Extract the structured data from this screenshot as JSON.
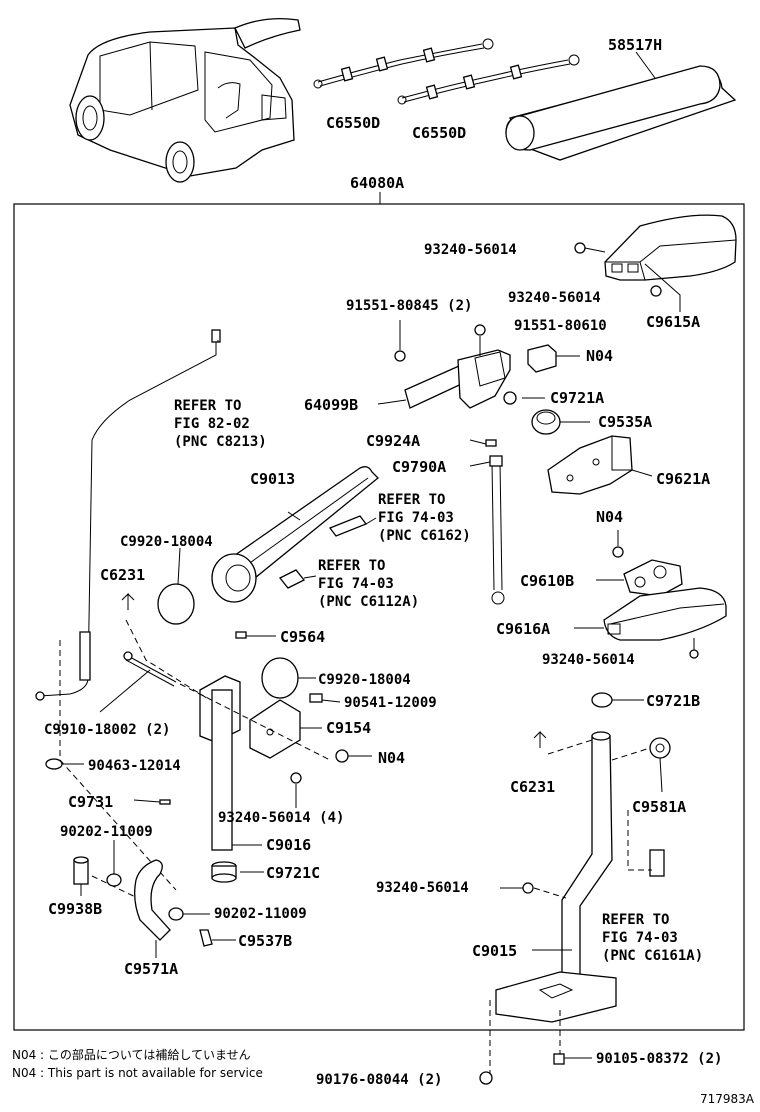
{
  "labels": {
    "p58517H": "58517H",
    "c6550D_1": "C6550D",
    "c6550D_2": "C6550D",
    "p64080A": "64080A",
    "p93240_56014_a": "93240-56014",
    "p93240_56014_b": "93240-56014",
    "c9615A": "C9615A",
    "p91551_80845": "91551-80845 (2)",
    "p91551_80610": "91551-80610",
    "n04_a": "N04",
    "p64099B": "64099B",
    "c9721A": "C9721A",
    "c9535A": "C9535A",
    "c9924A": "C9924A",
    "c9790A": "C9790A",
    "c9621A": "C9621A",
    "c9013": "C9013",
    "refer_a": [
      "REFER TO",
      "FIG 82-02",
      "(PNC C8213)"
    ],
    "refer_b": [
      "REFER TO",
      "FIG 74-03",
      "(PNC C6162)"
    ],
    "refer_c": [
      "REFER TO",
      "FIG 74-03",
      "(PNC C6112A)"
    ],
    "refer_d": [
      "REFER TO",
      "FIG 74-03",
      "(PNC C6161A)"
    ],
    "c9920_a": "C9920-18004",
    "c9920_b": "C9920-18004",
    "n04_b": "N04",
    "c9610B": "C9610B",
    "c6231_a": "C6231",
    "c6231_b": "C6231",
    "c9564": "C9564",
    "c9616A": "C9616A",
    "p93240_56014_c": "93240-56014",
    "c9910": "C9910-18002 (2)",
    "p90541": "90541-12009",
    "c9154": "C9154",
    "c9721B": "C9721B",
    "p90463": "90463-12014",
    "n04_c": "N04",
    "c9731": "C9731",
    "p93240_56014_4": "93240-56014 (4)",
    "c9581A": "C9581A",
    "p90202_a": "90202-11009",
    "c9016": "C9016",
    "c9938B": "C9938B",
    "c9721C": "C9721C",
    "p93240_56014_d": "93240-56014",
    "p90202_b": "90202-11009",
    "c9537B": "C9537B",
    "c9015": "C9015",
    "c9571A": "C9571A",
    "p90105": "90105-08372 (2)",
    "p90176": "90176-08044 (2)"
  },
  "notes": {
    "jp": "N04 : この部品については補給していません",
    "en": "N04 : This part is not available for service"
  },
  "figure_id": "717983A"
}
